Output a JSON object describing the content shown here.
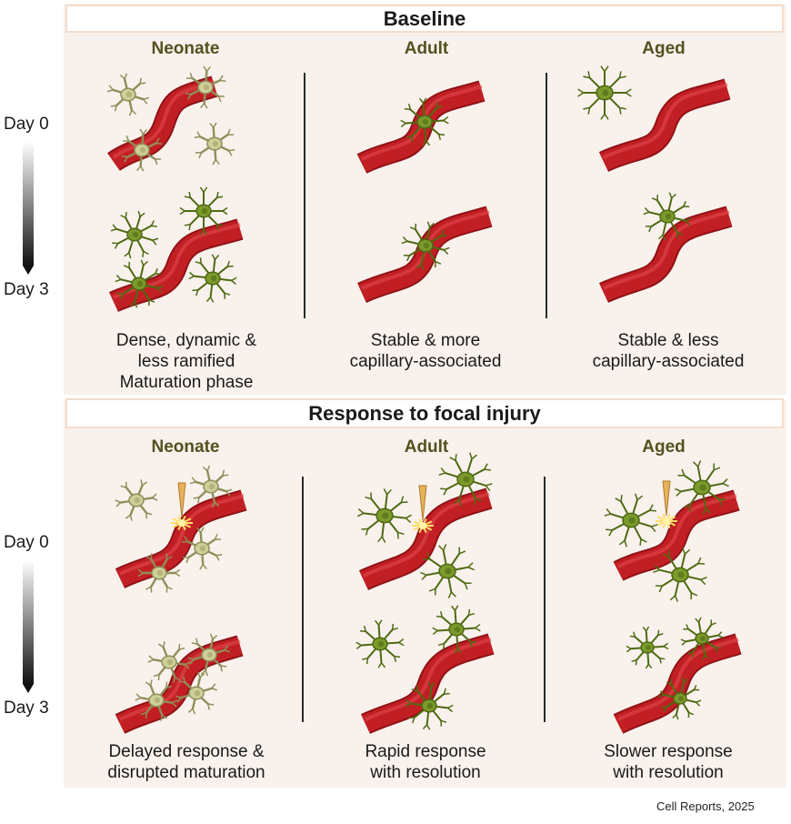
{
  "colors": {
    "panel_bg": "#f8f1ec",
    "vessel": "#c21f24",
    "vessel_dark": "#8f1216",
    "microglia_mature": "#7c9a2c",
    "microglia_immature": "#cfcf9a",
    "laser": "#e6b35c",
    "heading_text": "#55501f"
  },
  "time_axis": {
    "start_label": "Day 0",
    "end_label": "Day 3"
  },
  "baseline": {
    "title": "Baseline",
    "columns": [
      {
        "title": "Neonate",
        "caption": [
          "Dense, dynamic &",
          "less ramified",
          "Maturation phase"
        ]
      },
      {
        "title": "Adult",
        "caption": [
          "Stable & more",
          "capillary-associated"
        ]
      },
      {
        "title": "Aged",
        "caption": [
          "Stable & less",
          "capillary-associated"
        ]
      }
    ]
  },
  "injury": {
    "title": "Response to focal injury",
    "columns": [
      {
        "title": "Neonate",
        "caption": [
          "Delayed response &",
          "disrupted maturation"
        ]
      },
      {
        "title": "Adult",
        "caption": [
          "Rapid response",
          "with resolution"
        ]
      },
      {
        "title": "Aged",
        "caption": [
          "Slower response",
          "with resolution"
        ]
      }
    ]
  },
  "credit": "Cell Reports, 2025"
}
